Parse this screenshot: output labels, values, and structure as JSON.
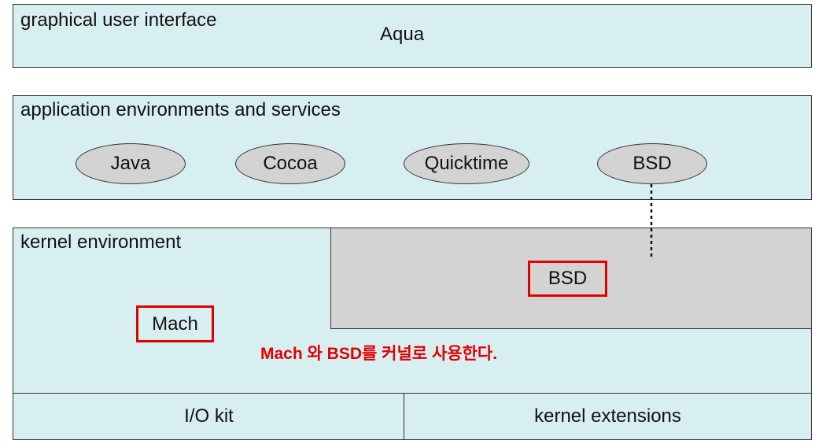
{
  "layers": {
    "gui": {
      "label": "graphical user interface",
      "name": "Aqua"
    },
    "app_env": {
      "label": "application environments and services",
      "components": [
        "Java",
        "Cocoa",
        "Quicktime",
        "BSD"
      ]
    },
    "kernel_env": {
      "label": "kernel environment",
      "mach": "Mach",
      "bsd": "BSD"
    },
    "bottom": {
      "io_kit": "I/O kit",
      "kernel_extensions": "kernel extensions"
    }
  },
  "annotation": {
    "text": "Mach 와 BSD를 커널로 사용한다.",
    "color": "#e00000"
  }
}
